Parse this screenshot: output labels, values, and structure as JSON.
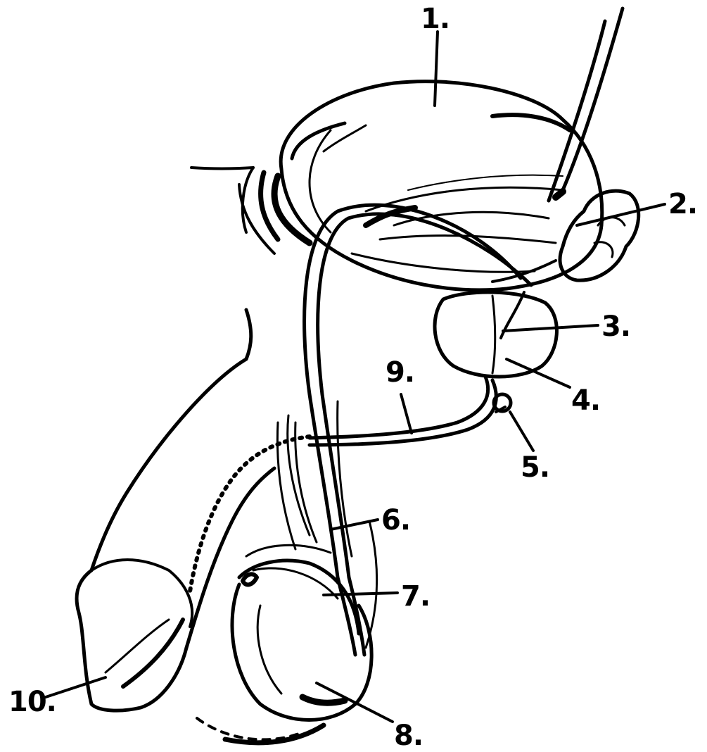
{
  "labels": [
    {
      "id": "1",
      "text": "1."
    },
    {
      "id": "2",
      "text": "2."
    },
    {
      "id": "3",
      "text": "3."
    },
    {
      "id": "4",
      "text": "4."
    },
    {
      "id": "5",
      "text": "5."
    },
    {
      "id": "6",
      "text": "6."
    },
    {
      "id": "7",
      "text": "7."
    },
    {
      "id": "8",
      "text": "8."
    },
    {
      "id": "9",
      "text": "9."
    },
    {
      "id": "10",
      "text": "10."
    }
  ],
  "colors": {
    "ink": "#000000",
    "background": "#ffffff"
  }
}
